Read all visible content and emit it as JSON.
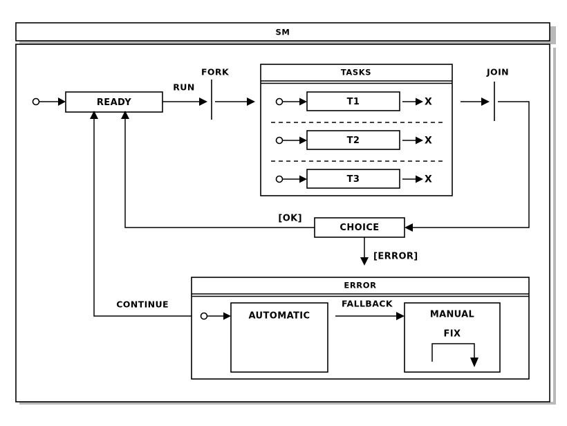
{
  "diagram": {
    "title": "SM",
    "type": "uml-state-machine",
    "states": {
      "ready": "READY",
      "choice": "CHOICE",
      "tasks": "TASKS",
      "task_1": "T1",
      "task_2": "T2",
      "task_3": "T3",
      "error": "ERROR",
      "automatic": "AUTOMATIC",
      "manual": "MANUAL"
    },
    "pseudostates": {
      "fork": "FORK",
      "join": "JOIN"
    },
    "transitions": {
      "run": "RUN",
      "ok": "[OK]",
      "error_guard": "[ERROR]",
      "continue": "CONTINUE",
      "fallback": "FALLBACK",
      "fix": "FIX"
    },
    "end_markers": {
      "task_1_end": "X",
      "task_2_end": "X",
      "task_3_end": "X"
    },
    "colors": {
      "stroke": "#000000",
      "fill": "#ffffff",
      "shadow": "#b9b9b9"
    }
  }
}
